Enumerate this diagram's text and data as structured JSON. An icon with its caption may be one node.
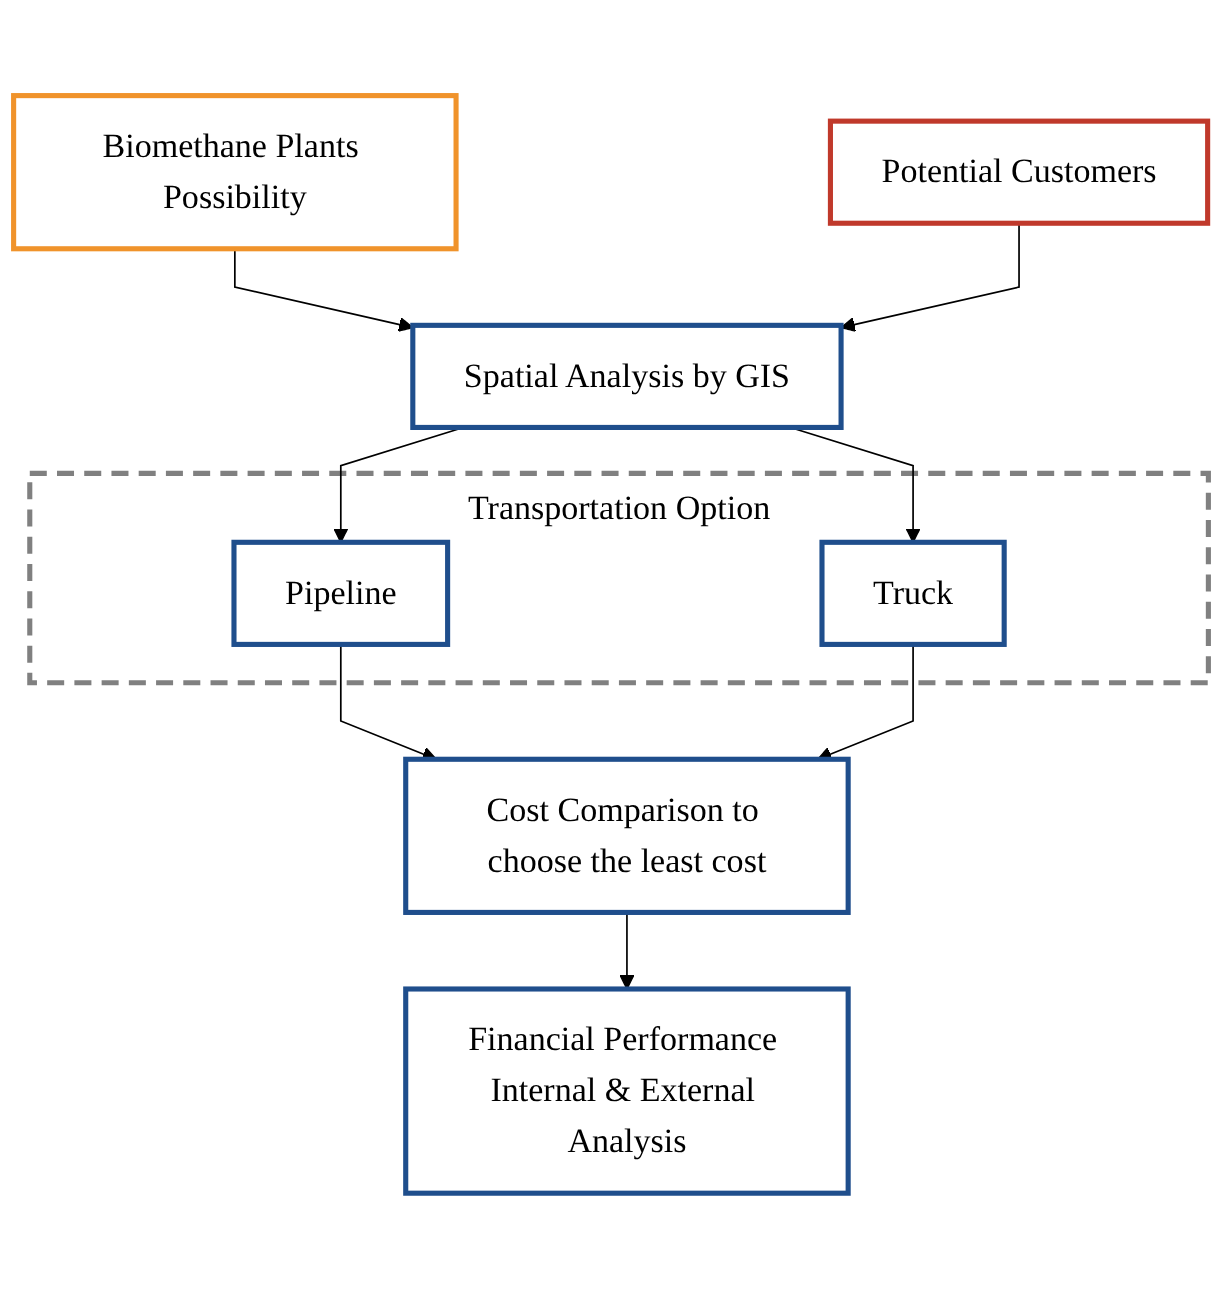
{
  "diagram": {
    "nodes": [
      {
        "text": [
          "Biomethane Plants Possibility"
        ]
      },
      {
        "text": [
          "Potential Customers"
        ]
      },
      {
        "text": [
          "Spatial Analysis by GIS"
        ]
      },
      {
        "text": [
          "Transportation Option"
        ]
      },
      {
        "text": [
          "Pipeline"
        ],
        "in": 3
      },
      {
        "text": [
          "Truck"
        ],
        "in": 3
      },
      {
        "text": [
          "Cost Comparison to choose the least cost"
        ]
      },
      {
        "text": [
          "Financial Performance Internal & External Analysis"
        ]
      }
    ],
    "edges": [
      {
        "from": 0,
        "to": 2,
        "arrow": "to"
      },
      {
        "from": 1,
        "to": 2,
        "arrow": "to"
      },
      {
        "from": 2,
        "to": 4,
        "arrow": "to"
      },
      {
        "from": 2,
        "to": 5,
        "arrow": "to"
      },
      {
        "from": 4,
        "to": 6,
        "arrow": "to"
      },
      {
        "from": 5,
        "to": 6,
        "arrow": "to"
      },
      {
        "from": 6,
        "to": 7,
        "arrow": "to"
      }
    ]
  }
}
